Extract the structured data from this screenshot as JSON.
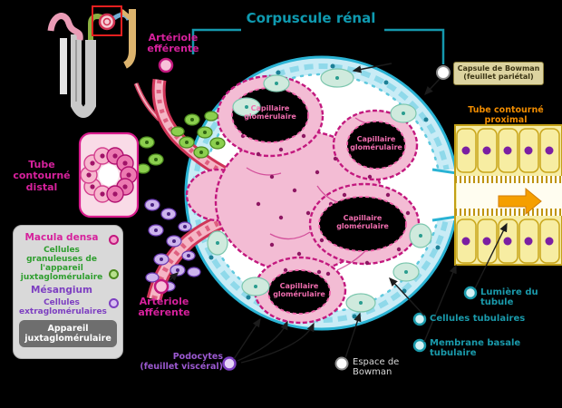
{
  "title": "Corpuscule rénal",
  "labels": {
    "efferent_arteriole": "Artériole efférente",
    "afferent_arteriole": "Artériole afférente",
    "distal_tubule": "Tube contourné distal",
    "proximal_tubule": "Tube contourné proximal",
    "bowman_capsule": "Capsule de Bowman (feuillet pariétal)",
    "podocytes": "Podocytes (feuillet viscéral)",
    "bowman_space": "Espace de Bowman",
    "glomerular_capillary": "Capillaire glomérulaire",
    "tubule_lumen": "Lumière du tubule",
    "tubule_cells": "Cellules tubulaires",
    "tubule_basement_membrane": "Membrane basale tubulaire"
  },
  "legend": {
    "macula_densa": "Macula densa",
    "granular_cells": "Cellules granuleuses de l'appareil juxtaglomérulaire",
    "mesangium": "Mésangium",
    "extraglomerular_cells": "Cellules extraglomérulaires",
    "footer": "Appareil juxtaglomérulaire"
  },
  "colors": {
    "title_teal": "#0f9ab0",
    "label_magenta": "#d6219c",
    "label_green": "#2e9e2e",
    "label_purple": "#7d3fc1",
    "label_orange": "#f08c00",
    "label_teal": "#1a9aab",
    "capsule_cyan": "#2ab3d4",
    "tuft_pink": "#f3bcd4",
    "tuft_outline": "#c2187e",
    "granular_green": "#8ccf4e",
    "mesangial_purple": "#cdb4ec",
    "tubule_yellow": "#f6eda6",
    "flow_arrow_orange": "#f59f00"
  }
}
